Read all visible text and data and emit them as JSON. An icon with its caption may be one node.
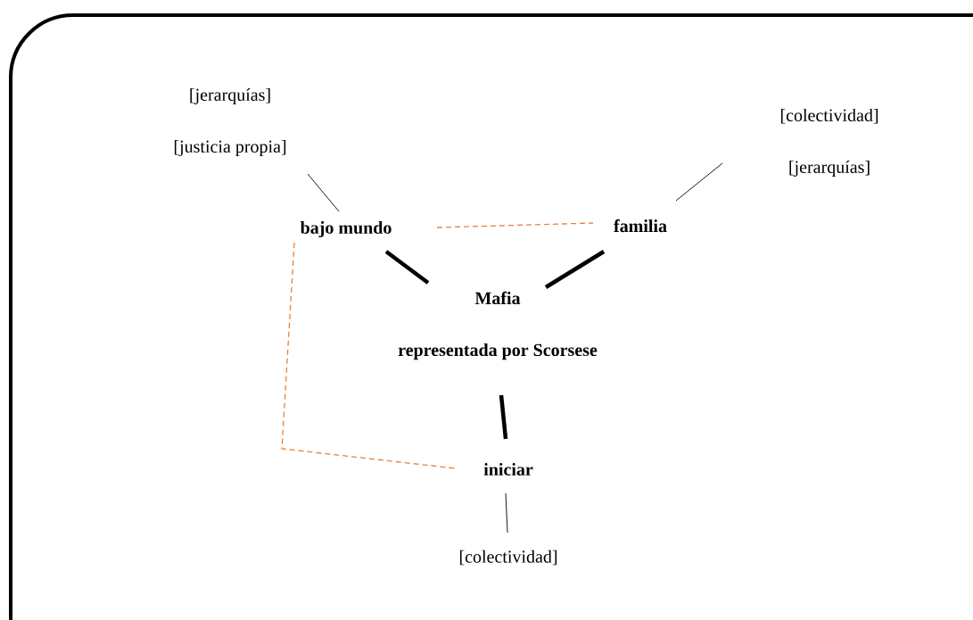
{
  "diagram": {
    "nodes": [
      {
        "text": [
          "[jerarquías]",
          "[justicia propia]"
        ]
      },
      {
        "text": [
          "bajo mundo"
        ]
      },
      {
        "text": [
          "[colectividad]",
          "[jerarquías]"
        ]
      },
      {
        "text": [
          "familia"
        ]
      },
      {
        "text": [
          "Mafia",
          "representada por Scorsese"
        ]
      },
      {
        "text": [
          "iniciar"
        ]
      },
      {
        "text": [
          "[colectividad]"
        ]
      }
    ],
    "edges": [
      {
        "from": 0,
        "to": 1,
        "arrow": "none"
      },
      {
        "from": 2,
        "to": 3,
        "arrow": "none"
      },
      {
        "from": 1,
        "to": 3,
        "arrow": "none",
        "style": "dashed",
        "color": "#e8823a"
      },
      {
        "from": 1,
        "to": 4,
        "arrow": "none",
        "style": "thick"
      },
      {
        "from": 3,
        "to": 4,
        "arrow": "none",
        "style": "thick"
      },
      {
        "from": 4,
        "to": 5,
        "arrow": "none",
        "style": "thick"
      },
      {
        "from": 1,
        "to": 5,
        "arrow": "none",
        "style": "dashed",
        "color": "#e8823a"
      },
      {
        "from": 5,
        "to": 6,
        "arrow": "none"
      }
    ]
  }
}
